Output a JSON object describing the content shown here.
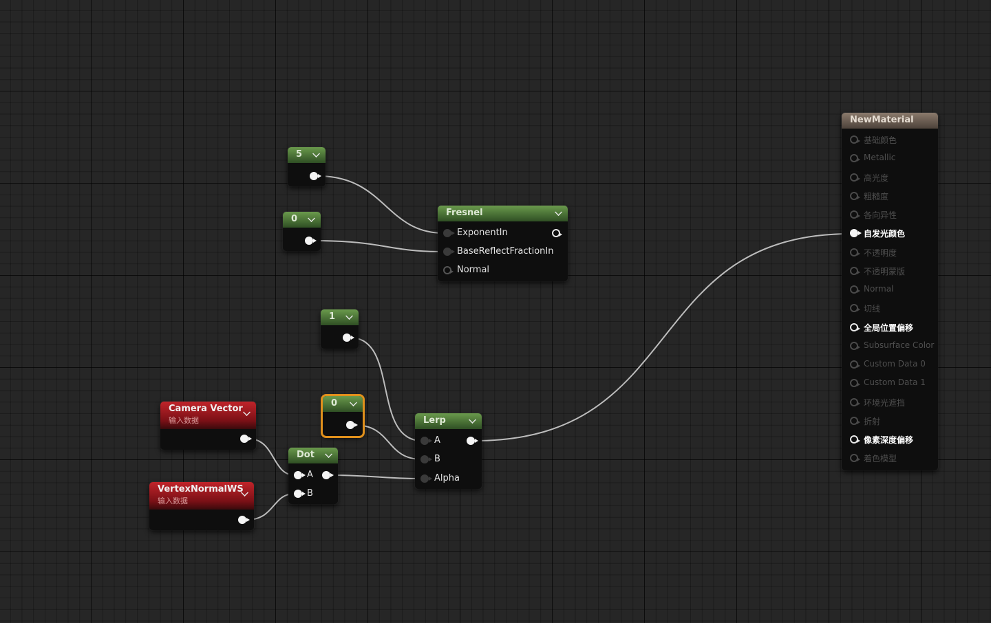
{
  "constants": [
    {
      "id": "c5",
      "value": "5"
    },
    {
      "id": "c0a",
      "value": "0"
    },
    {
      "id": "c1",
      "value": "1"
    },
    {
      "id": "c0b",
      "value": "0"
    }
  ],
  "fresnel": {
    "title": "Fresnel",
    "inputs": [
      "ExponentIn",
      "BaseReflectFractionIn",
      "Normal"
    ]
  },
  "lerp": {
    "title": "Lerp",
    "inputs": [
      "A",
      "B",
      "Alpha"
    ]
  },
  "dot": {
    "title": "Dot",
    "inputs": [
      "A",
      "B"
    ]
  },
  "camera_vector": {
    "title": "Camera Vector",
    "subtitle": "输入数据"
  },
  "vertex_normal": {
    "title": "VertexNormalWS",
    "subtitle": "输入数据"
  },
  "material": {
    "title": "NewMaterial",
    "inputs": [
      {
        "label": "基础颜色",
        "state": "disabled"
      },
      {
        "label": "Metallic",
        "state": "disabled"
      },
      {
        "label": "高光度",
        "state": "disabled"
      },
      {
        "label": "粗糙度",
        "state": "disabled"
      },
      {
        "label": "各向异性",
        "state": "disabled"
      },
      {
        "label": "自发光颜色",
        "state": "connected"
      },
      {
        "label": "不透明度",
        "state": "disabled"
      },
      {
        "label": "不透明蒙版",
        "state": "disabled"
      },
      {
        "label": "Normal",
        "state": "disabled"
      },
      {
        "label": "切线",
        "state": "disabled"
      },
      {
        "label": "全局位置偏移",
        "state": "enabled"
      },
      {
        "label": "Subsurface Color",
        "state": "disabled"
      },
      {
        "label": "Custom Data 0",
        "state": "disabled"
      },
      {
        "label": "Custom Data 1",
        "state": "disabled"
      },
      {
        "label": "环境光遮挡",
        "state": "disabled"
      },
      {
        "label": "折射",
        "state": "disabled"
      },
      {
        "label": "像素深度偏移",
        "state": "enabled"
      },
      {
        "label": "着色模型",
        "state": "disabled"
      }
    ]
  },
  "colors": {
    "grid_background": "#262626",
    "constant_header": "#4e7a3a",
    "input_header": "#a01a20",
    "material_header": "#6e6258",
    "selection": "#e0901c",
    "wire": "#d8d8d8"
  }
}
